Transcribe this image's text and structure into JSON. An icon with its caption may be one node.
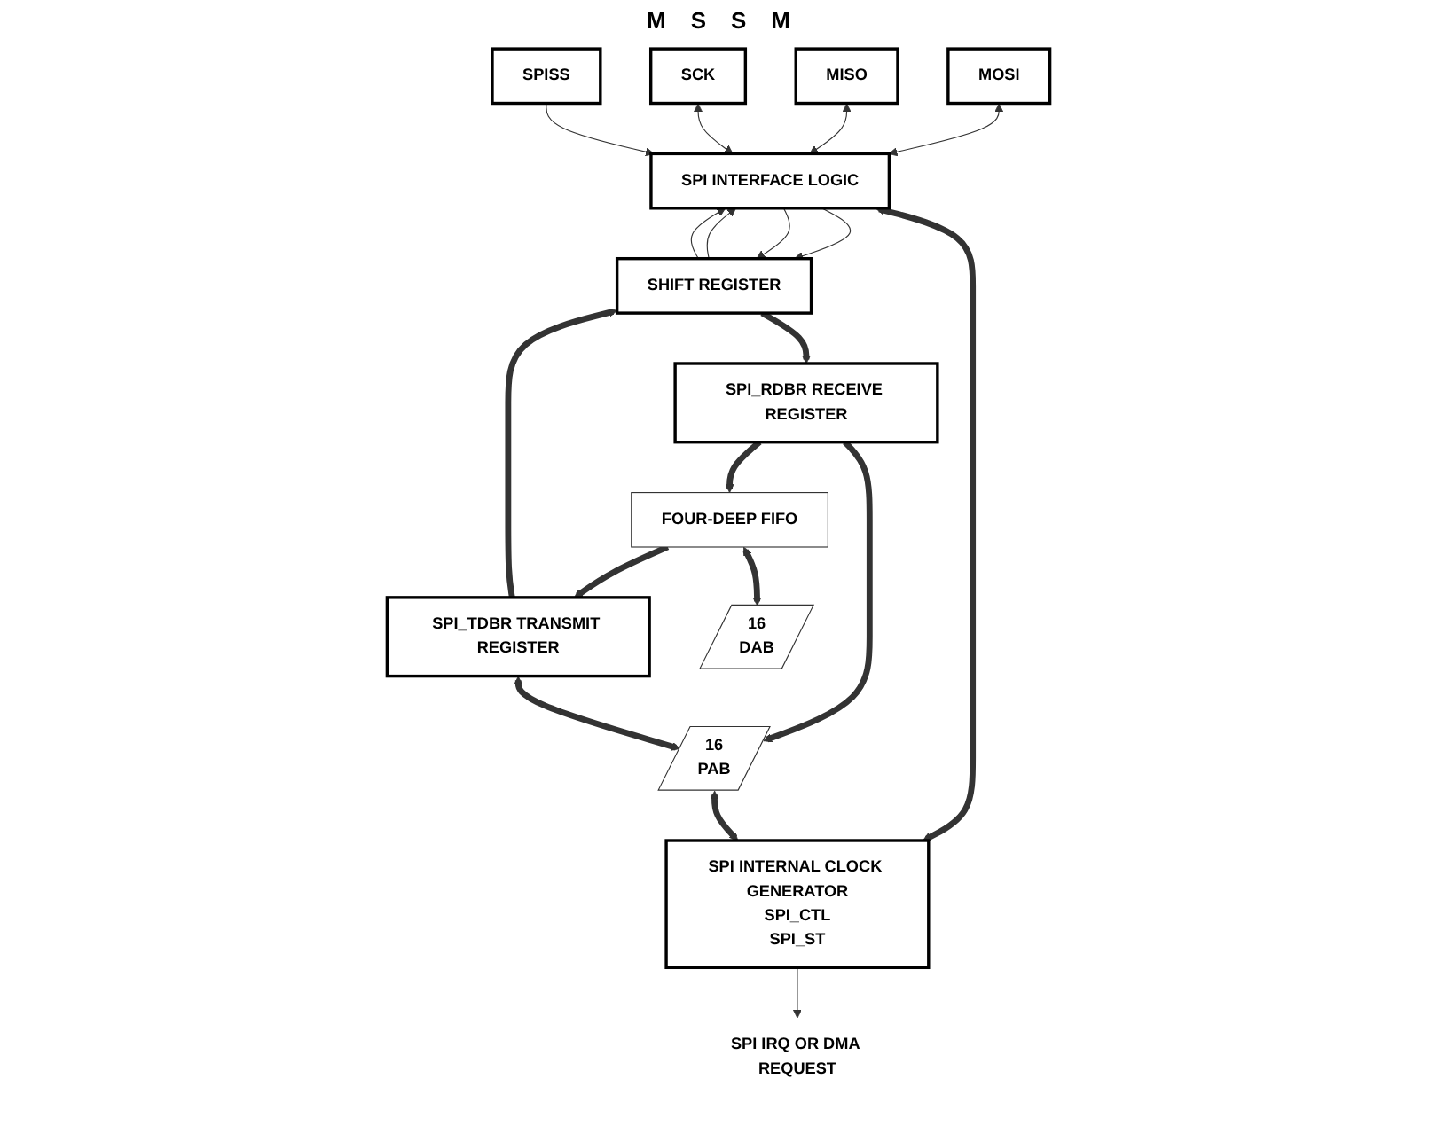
{
  "diagram": {
    "nodes": [
      {
        "text": [
          "MOSI"
        ]
      },
      {
        "text": [
          "MISO"
        ]
      },
      {
        "text": [
          "SCK"
        ]
      },
      {
        "text": [
          "SPISS"
        ]
      },
      {
        "text": [
          "SPI INTERFACE LOGIC"
        ]
      },
      {
        "text": [
          "SPI INTERNAL CLOCK GENERATOR",
          "SPI_CTL",
          "SPI_ST"
        ]
      },
      {
        "text": [
          "SHIFT REGISTER"
        ]
      },
      {
        "text": [
          "SPI_RDBR RECEIVE REGISTER"
        ]
      },
      {
        "text": [
          "SPI_TDBR TRANSMIT REGISTER"
        ]
      },
      {
        "text": [
          "16",
          "PAB"
        ]
      },
      {
        "text": [
          "FOUR-DEEP FIFO"
        ]
      },
      {
        "text": [
          "16",
          "DAB"
        ]
      },
      {
        "text": [
          "SPI IRQ OR DMA REQUEST"
        ]
      }
    ],
    "edges": [
      {
        "from": 0,
        "to": 4,
        "arrow": "both"
      },
      {
        "from": 1,
        "to": 4,
        "arrow": "both"
      },
      {
        "from": 2,
        "to": 4,
        "arrow": "both"
      },
      {
        "from": 3,
        "to": 4,
        "arrow": "to"
      },
      {
        "from": 4,
        "to": 5,
        "arrow": "both",
        "style": "thick"
      },
      {
        "from": 6,
        "to": 4,
        "arrow": "to"
      },
      {
        "from": 6,
        "to": 4,
        "arrow": "to"
      },
      {
        "from": 4,
        "to": 6,
        "arrow": "to"
      },
      {
        "from": 4,
        "to": 6,
        "arrow": "to"
      },
      {
        "from": 6,
        "to": 7,
        "arrow": "to",
        "style": "thick"
      },
      {
        "from": 8,
        "to": 6,
        "arrow": "to",
        "style": "thick"
      },
      {
        "from": 7,
        "to": 9,
        "arrow": "to",
        "style": "thick"
      },
      {
        "from": 7,
        "to": 10,
        "arrow": "to",
        "style": "thick"
      },
      {
        "from": 8,
        "to": 9,
        "arrow": "both",
        "style": "thick"
      },
      {
        "from": 10,
        "to": 8,
        "arrow": "to",
        "style": "thick"
      },
      {
        "from": 9,
        "to": 5,
        "arrow": "both",
        "style": "thick"
      },
      {
        "from": 5,
        "to": 12,
        "arrow": "to"
      },
      {
        "from": 10,
        "to": 11,
        "arrow": "both",
        "style": "thick"
      }
    ],
    "labels": [
      "M",
      "S",
      "S",
      "M"
    ]
  }
}
